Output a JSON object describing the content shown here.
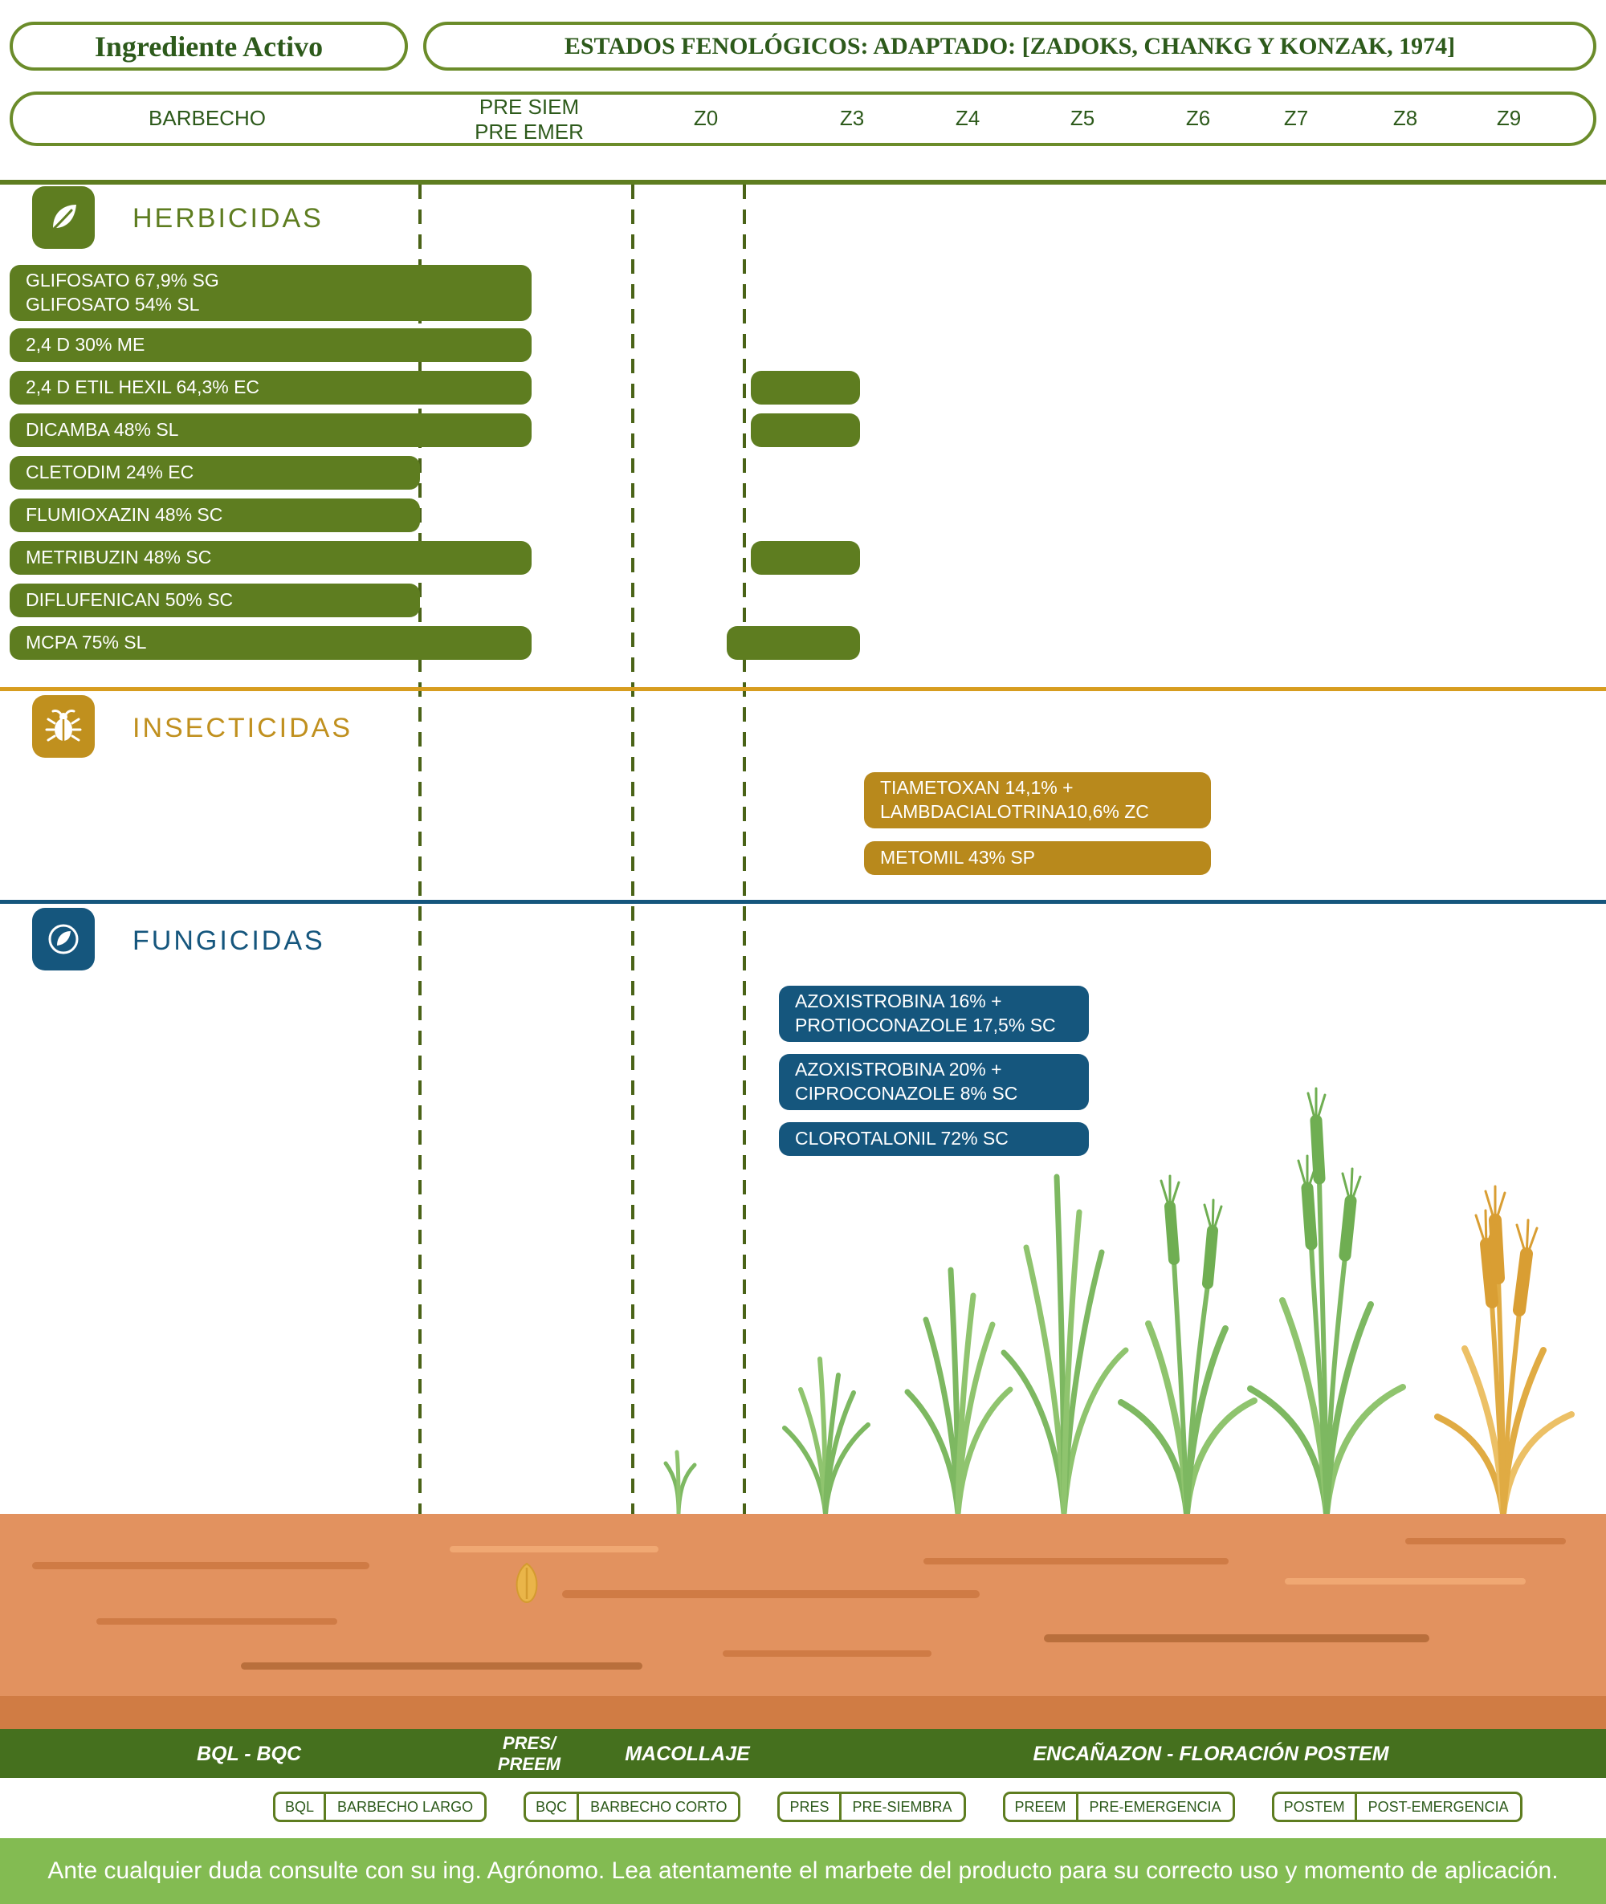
{
  "header": {
    "left_title": "Ingrediente Activo",
    "right_title": "ESTADOS FENOLÓGICOS: ADAPTADO: [ZADOKS, CHANKG Y KONZAK, 1974]",
    "columns": [
      "BARBECHO",
      "PRE SIEM\nPRE EMER",
      "Z0",
      "Z3",
      "Z4",
      "Z5",
      "Z6",
      "Z7",
      "Z8",
      "Z9"
    ]
  },
  "colors": {
    "herbicidas": "#5e7d20",
    "insecticidas": "#c0901e",
    "fungicidas": "#15567d",
    "soil": "#e2925f",
    "footer_green": "#83bb52"
  },
  "sections": {
    "herbicidas": {
      "title": "HERBICIDAS",
      "icon": "leaf-icon",
      "products": [
        {
          "label": "GLIFOSATO 67,9% SG\nGLIFOSATO 54% SL",
          "window": "BARBECHO - PRE SIEM/PRE EMER"
        },
        {
          "label": "2,4 D 30% ME",
          "window": "BARBECHO - PRE SIEM/PRE EMER"
        },
        {
          "label": "2,4 D ETIL HEXIL 64,3% EC",
          "window": "BARBECHO - PRE SIEM/PRE EMER",
          "extra_window": "Z3"
        },
        {
          "label": "DICAMBA 48% SL",
          "window": "BARBECHO - PRE SIEM/PRE EMER",
          "extra_window": "Z3"
        },
        {
          "label": "CLETODIM 24% EC",
          "window": "BARBECHO"
        },
        {
          "label": "FLUMIOXAZIN 48% SC",
          "window": "BARBECHO"
        },
        {
          "label": "METRIBUZIN 48% SC",
          "window": "BARBECHO - PRE SIEM/PRE EMER",
          "extra_window": "Z3"
        },
        {
          "label": "DIFLUFENICAN 50% SC",
          "window": "BARBECHO"
        },
        {
          "label": "MCPA 75% SL",
          "window": "BARBECHO - PRE SIEM/PRE EMER",
          "extra_window": "Z3"
        }
      ]
    },
    "insecticidas": {
      "title": "INSECTICIDAS",
      "icon": "beetle-icon",
      "products": [
        {
          "label": "TIAMETOXAN 14,1% +\nLAMBDACIALOTRINA10,6% ZC",
          "window": "Z3 - Z6"
        },
        {
          "label": "METOMIL 43% SP",
          "window": "Z3 - Z6"
        }
      ]
    },
    "fungicidas": {
      "title": "FUNGICIDAS",
      "icon": "leaf-circle-icon",
      "products": [
        {
          "label": "AZOXISTROBINA 16% +\nPROTIOCONAZOLE 17,5% SC",
          "window": "Z3 - Z5"
        },
        {
          "label": "AZOXISTROBINA 20% +\nCIPROCONAZOLE 8% SC",
          "window": "Z3 - Z5"
        },
        {
          "label": "CLOROTALONIL 72% SC",
          "window": "Z3 - Z5"
        }
      ]
    }
  },
  "timeline_bands": {
    "labels": [
      "BQL - BQC",
      "PRES/\nPREEM",
      "MACOLLAJE",
      "ENCAÑAZON - FLORACIÓN POSTEM"
    ]
  },
  "legend": [
    {
      "abbr": "BQL",
      "label": "BARBECHO LARGO"
    },
    {
      "abbr": "BQC",
      "label": "BARBECHO CORTO"
    },
    {
      "abbr": "PRES",
      "label": "PRE-SIEMBRA"
    },
    {
      "abbr": "PREEM",
      "label": "PRE-EMERGENCIA"
    },
    {
      "abbr": "POSTEM",
      "label": "POST-EMERGENCIA"
    }
  ],
  "footer": {
    "note": "Ante cualquier duda consulte con su ing. Agrónomo. Lea atentamente el marbete del producto para su correcto uso y momento de aplicación."
  }
}
